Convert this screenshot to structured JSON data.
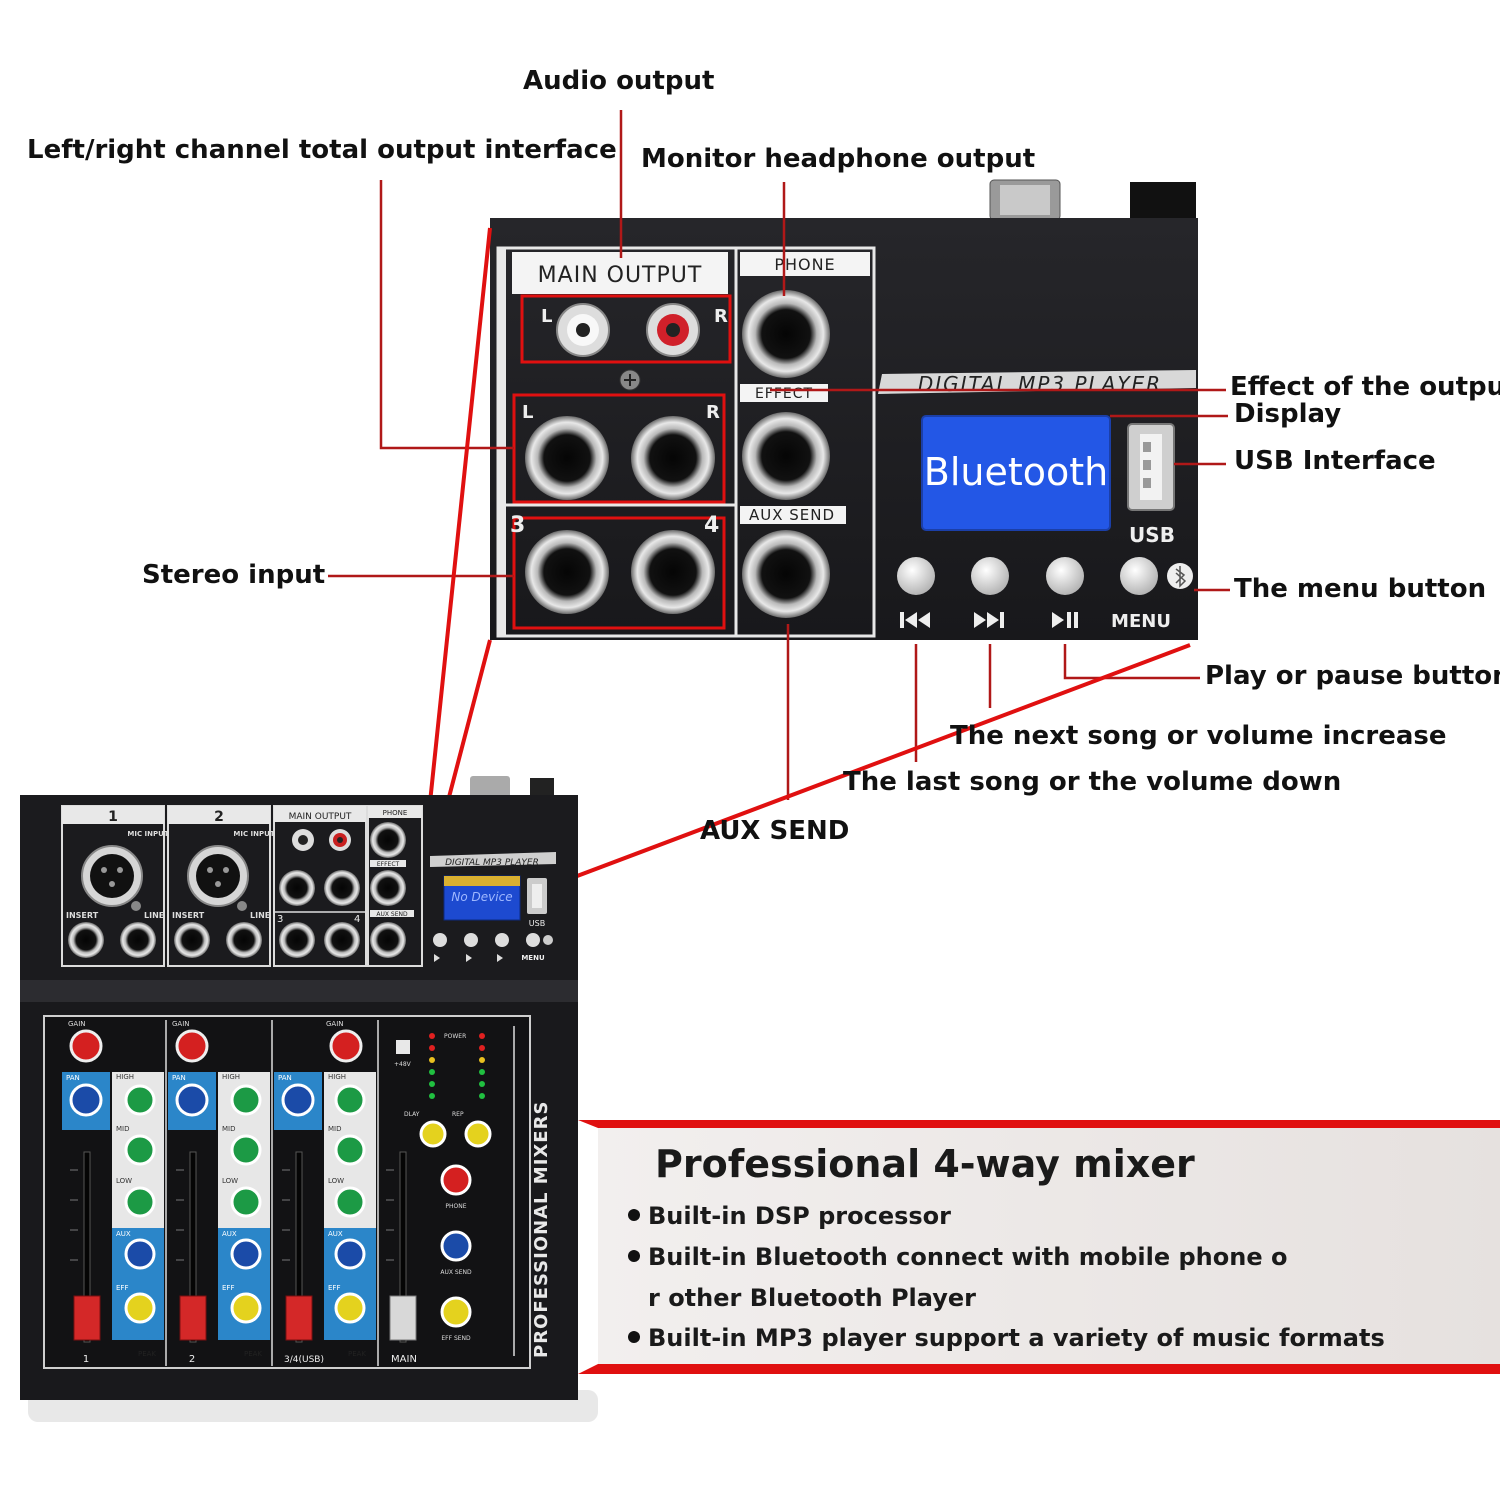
{
  "callouts": {
    "audio_output": "Audio output",
    "lr_output": "Left/right channel total output interface",
    "monitor_headphone": "Monitor headphone output",
    "effect_output": "Effect of the output",
    "display": "Display",
    "usb_interface": "USB Interface",
    "stereo_input": "Stereo input",
    "menu_button": "The menu button",
    "play_pause": "Play or pause button",
    "next_song": "The next song or volume increase",
    "last_song": "The last song or the volume down",
    "aux_send": "AUX SEND"
  },
  "panel": {
    "main_output": "MAIN OUTPUT",
    "phone": "PHONE",
    "effect": "EFFECT",
    "aux_send": "AUX SEND",
    "digital_mp3": "DIGITAL MP3 PLAYER",
    "lcd": "Bluetooth",
    "usb": "USB",
    "menu": "MENU",
    "left": "L",
    "right": "R",
    "ch3": "3",
    "ch4": "4"
  },
  "mixer": {
    "ch1": "1",
    "ch2": "2",
    "main_output": "MAIN OUTPUT",
    "phone": "PHONE",
    "mic_input": "MIC INPUT",
    "insert": "INSERT",
    "line": "LINE",
    "effect": "EFFECT",
    "aux_send": "AUX SEND",
    "digital_mp3": "DIGITAL MP3 PLAYER",
    "lcd": "No Device",
    "usb": "USB",
    "menu": "MENU",
    "gain": "GAIN",
    "pan": "PAN",
    "high": "HIGH",
    "mid": "MID",
    "low": "LOW",
    "aux": "AUX",
    "eff": "EFF",
    "peak": "PEAK",
    "power": "POWER",
    "phantom": "+48V",
    "dlay": "DLAY",
    "rep": "REP",
    "phone_knob": "PHONE",
    "aux_send_knob": "AUX SEND",
    "eff_send": "EFF SEND",
    "brand": "PROFESSIONAL MIXERS",
    "ch_label_1": "1",
    "ch_label_2": "2",
    "ch_label_3": "3/4(USB)",
    "main": "MAIN"
  },
  "banner": {
    "title": "Professional 4-way mixer",
    "bullet1": "Built-in DSP processor",
    "bullet2": "Built-in Bluetooth connect with mobile phone o",
    "bullet2_cont": "r other Bluetooth Player",
    "bullet3": "Built-in MP3 player support a variety of music formats"
  },
  "colors": {
    "accent_red": "#e01010",
    "lcd_blue": "#2357e6",
    "panel_dark": "#1d1d20",
    "banner_bg": "#eeeae8"
  }
}
